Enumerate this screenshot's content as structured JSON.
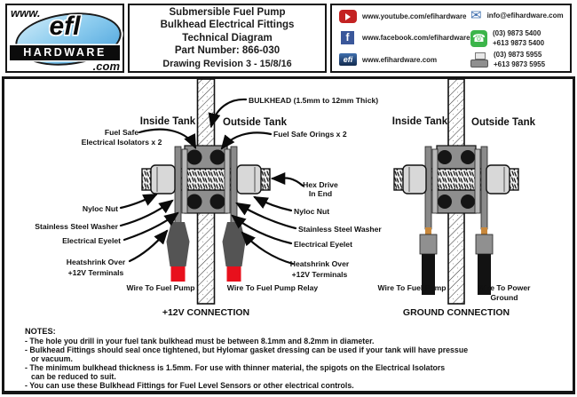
{
  "logo": {
    "www": "www.",
    "name": "efl",
    "hardware": "HARDWARE",
    "com": ".com"
  },
  "title": {
    "lines": [
      "Submersible Fuel Pump",
      "Bulkhead Electrical Fittings",
      "Technical Diagram",
      "Part Number: 866-030",
      "Drawing Revision 3 - 15/8/16"
    ]
  },
  "contact": {
    "youtube": "www.youtube.com/efihardware",
    "facebook": "www.facebook.com/efihardware",
    "website": "www.efihardware.com",
    "email": "info@efihardware.com",
    "phone_local": "(03) 9873 5400",
    "phone_intl": "+613 9873 5400",
    "fax_local": "(03) 9873 5955",
    "fax_intl": "+613 9873 5955"
  },
  "diagram": {
    "left": {
      "inside_tank": "Inside Tank",
      "outside_tank": "Outside Tank",
      "bulkhead_label": "BULKHEAD (1.5mm to 12mm Thick)",
      "isolators_1": "Fuel Safe",
      "isolators_2": "Electrical Isolators x 2",
      "orings": "Fuel Safe Orings x 2",
      "hex_1": "Hex Drive",
      "hex_2": "In End",
      "nyloc": "Nyloc Nut",
      "washer": "Stainless Steel Washer",
      "eyelet": "Electrical Eyelet",
      "heatshrink_1": "Heatshrink Over",
      "heatshrink_2": "+12V Terminals",
      "wire_left": "Wire To Fuel Pump",
      "wire_right": "Wire To Fuel Pump Relay",
      "caption": "+12V CONNECTION"
    },
    "right": {
      "inside_tank": "Inside Tank",
      "outside_tank": "Outside Tank",
      "wire_left": "Wire To Fuel Pump",
      "wire_right_1": "Wire To Power",
      "wire_right_2": "Ground",
      "caption": "GROUND CONNECTION"
    }
  },
  "notes": {
    "heading": "NOTES:",
    "lines": [
      {
        "text": "- The hole you drill in your fuel tank bulkhead must be between 8.1mm and 8.2mm in diameter."
      },
      {
        "text": "- Bulkhead Fittings should seal once tightened, but Hylomar gasket dressing can be used if your tank will have pressue"
      },
      {
        "text": "or vacuum."
      },
      {
        "text": "- The minimum bulkhead thickness is 1.5mm.  For use with thinner material, the spigots on the Electrical Isolators"
      },
      {
        "text": "can be reduced to suit."
      },
      {
        "text": "- You can use these Bulkhead Fittings for Fuel Level Sensors or other electrical controls."
      }
    ]
  },
  "colors": {
    "heatshrink_red": "#e8101c",
    "wire_gray": "#545454",
    "wire_black": "#121212",
    "metal_light": "#d8d8d8",
    "metal_mid": "#8e8e8e",
    "orange_band": "#c8883c",
    "youtube_red": "#c32222",
    "facebook_blue": "#3a579a",
    "phone_green": "#3cb54a",
    "logo_blue": "#4ba3dc"
  }
}
